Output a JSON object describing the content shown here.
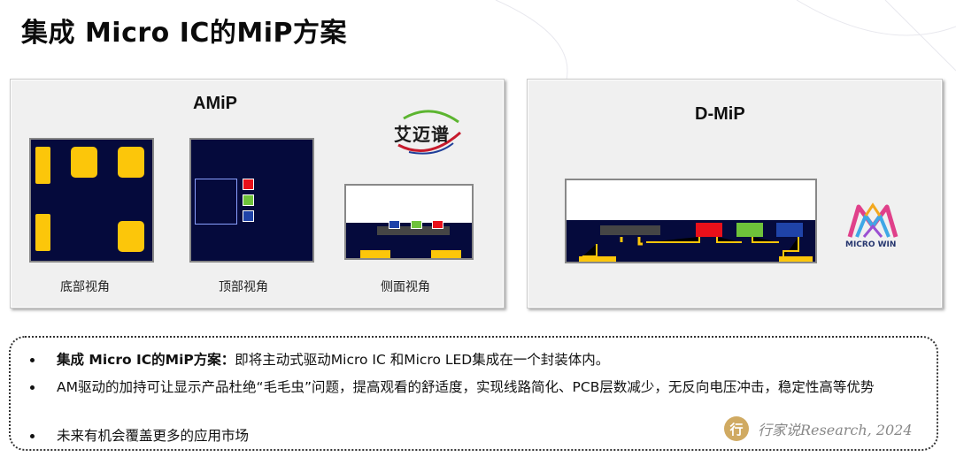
{
  "title": "集成 Micro IC的MiP方案",
  "amip": {
    "title": "AMiP",
    "brand_logo_text": "艾迈谱",
    "captions": {
      "bottom": "底部视角",
      "top": "顶部视角",
      "side": "侧面视角"
    }
  },
  "dmip": {
    "title": "D-MiP",
    "brand_logo_text": "MICRO WIN"
  },
  "bullets": [
    {
      "lead": "集成 Micro IC的MiP方案：",
      "text": "即将主动式驱动Micro IC 和Micro LED集成在一个封装体内。"
    },
    {
      "lead": "",
      "text": "AM驱动的加持可让显示产品杜绝“毛毛虫”问题，提高观看的舒适度，实现线路简化、PCB层数减少，无反向电压冲击，稳定性高等优势"
    },
    {
      "lead": "",
      "text": "未来有机会覆盖更多的应用市场"
    }
  ],
  "watermark": {
    "icon": "行",
    "text": "行家说Research, 2024"
  },
  "colors": {
    "chip_fill": "#050a3c",
    "pad_gold": "#fcc60a",
    "led_red": "#e8101a",
    "led_green": "#6ec23a",
    "led_blue": "#1f43a8"
  }
}
